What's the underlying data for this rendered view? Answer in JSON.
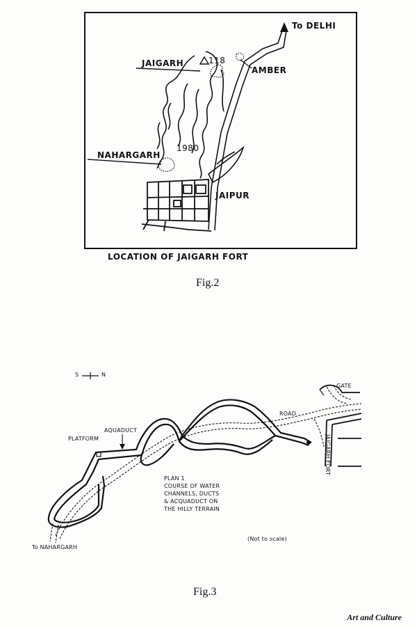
{
  "fig2": {
    "labels": {
      "to_delhi": "To DELHI",
      "jaigarh": "JAIGARH",
      "height_jaigarh": "118",
      "amber": "AMBER",
      "height_nahargarh": "1980",
      "nahargarh": "NAHARGARH",
      "jaipur": "JAIPUR"
    },
    "title": "LOCATION OF JAIGARH FORT",
    "caption": "Fig.2"
  },
  "fig3": {
    "compass": {
      "south": "S",
      "north": "N"
    },
    "labels": {
      "gate": "GATE",
      "road": "ROAD",
      "aquaduct": "AQUADUCT",
      "platform": "PLATFORM",
      "jaigarh_fort": "JAIGARH FORT",
      "to_nahargarh": "To NAHARGARH",
      "not_to_scale": "(Not to scale)"
    },
    "plan_text": [
      "PLAN 1",
      "COURSE OF WATER",
      "CHANNELS, DUCTS",
      "& ACQUADUCT ON",
      "THE HILLY TERRAIN"
    ],
    "caption": "Fig.3"
  },
  "footer": {
    "text": "Art and Culture"
  }
}
